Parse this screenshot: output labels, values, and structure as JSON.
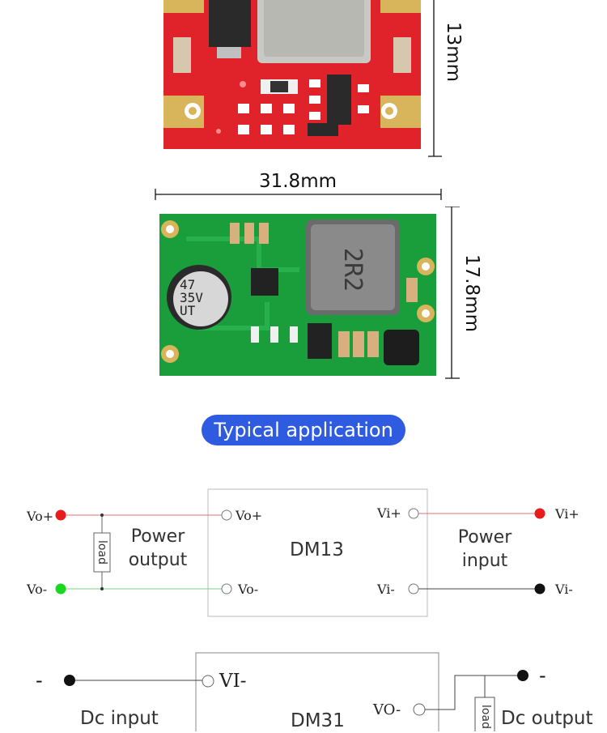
{
  "dimensions": {
    "red_board_height": "13mm",
    "green_board_width": "31.8mm",
    "green_board_height": "17.8mm"
  },
  "components": {
    "capacitor_line1": "47",
    "capacitor_line2": "35V",
    "capacitor_line3": "UT",
    "inductor_marking": "2R2"
  },
  "section_title": "Typical application",
  "dm13": {
    "module_name": "DM13",
    "left_top_pin": "Vo+",
    "left_bottom_pin": "Vo-",
    "inner_left_top": "Vo+",
    "inner_left_bottom": "Vo-",
    "inner_right_top": "Vi+",
    "inner_right_bottom": "Vi-",
    "right_top_pin": "Vi+",
    "right_bottom_pin": "Vi-",
    "load_label": "load",
    "output_label_line1": "Power",
    "output_label_line2": "output",
    "input_label_line1": "Power",
    "input_label_line2": "input"
  },
  "dm31": {
    "module_name": "DM31",
    "inner_left_top": "VI-",
    "inner_right": "VO-",
    "left_minus": "-",
    "right_minus": "-",
    "dc_input_label": "Dc input",
    "dc_output_label": "Dc output",
    "load_label": "load"
  },
  "colors": {
    "red_pcb": "#e0222a",
    "green_pcb": "#1a9e3c",
    "pill": "#2f5be0",
    "positive_dot": "#e81c1c",
    "negative_dot": "#19d81e"
  }
}
